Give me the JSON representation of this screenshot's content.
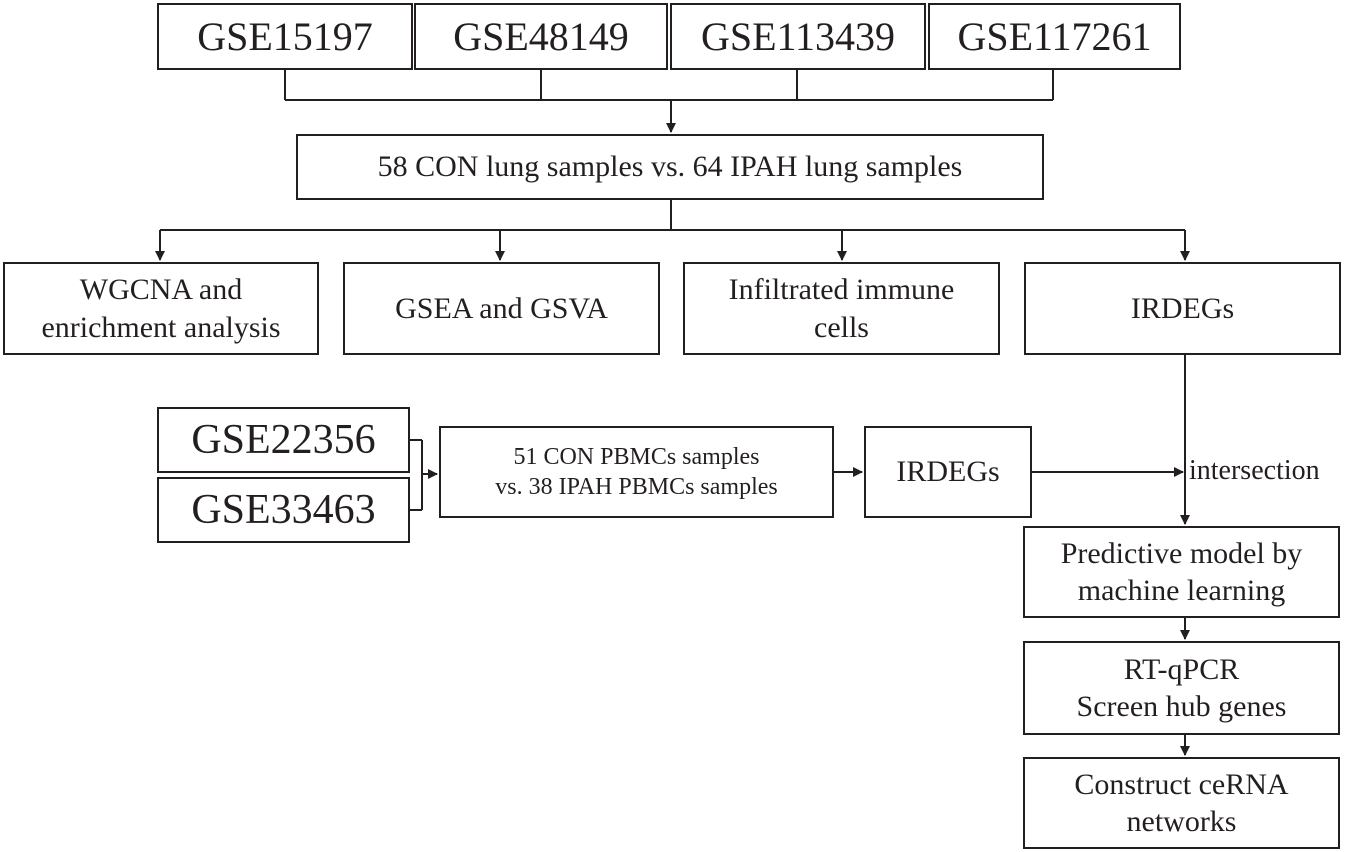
{
  "datasets_top": [
    "GSE15197",
    "GSE48149",
    "GSE113439",
    "GSE117261"
  ],
  "lung_samples": "58 CON lung samples vs. 64 IPAH lung samples",
  "analyses": {
    "wgcna_line1": "WGCNA and",
    "wgcna_line2": "enrichment analysis",
    "gsea": "GSEA and GSVA",
    "immune_line1": "Infiltrated immune",
    "immune_line2": "cells",
    "irdegs_lung": "IRDEGs"
  },
  "datasets_left": [
    "GSE22356",
    "GSE33463"
  ],
  "pbmc_line1": "51 CON PBMCs samples",
  "pbmc_line2": "vs. 38 IPAH PBMCs samples",
  "irdegs_pbmc": "IRDEGs",
  "intersection_label": "intersection",
  "pipeline": {
    "model_line1": "Predictive model by",
    "model_line2": "machine learning",
    "rtqpcr_line1": "RT-qPCR",
    "rtqpcr_line2": "Screen hub genes",
    "cerna_line1": "Construct ceRNA",
    "cerna_line2": "networks"
  },
  "colors": {
    "stroke": "#231f20",
    "background": "#ffffff"
  }
}
